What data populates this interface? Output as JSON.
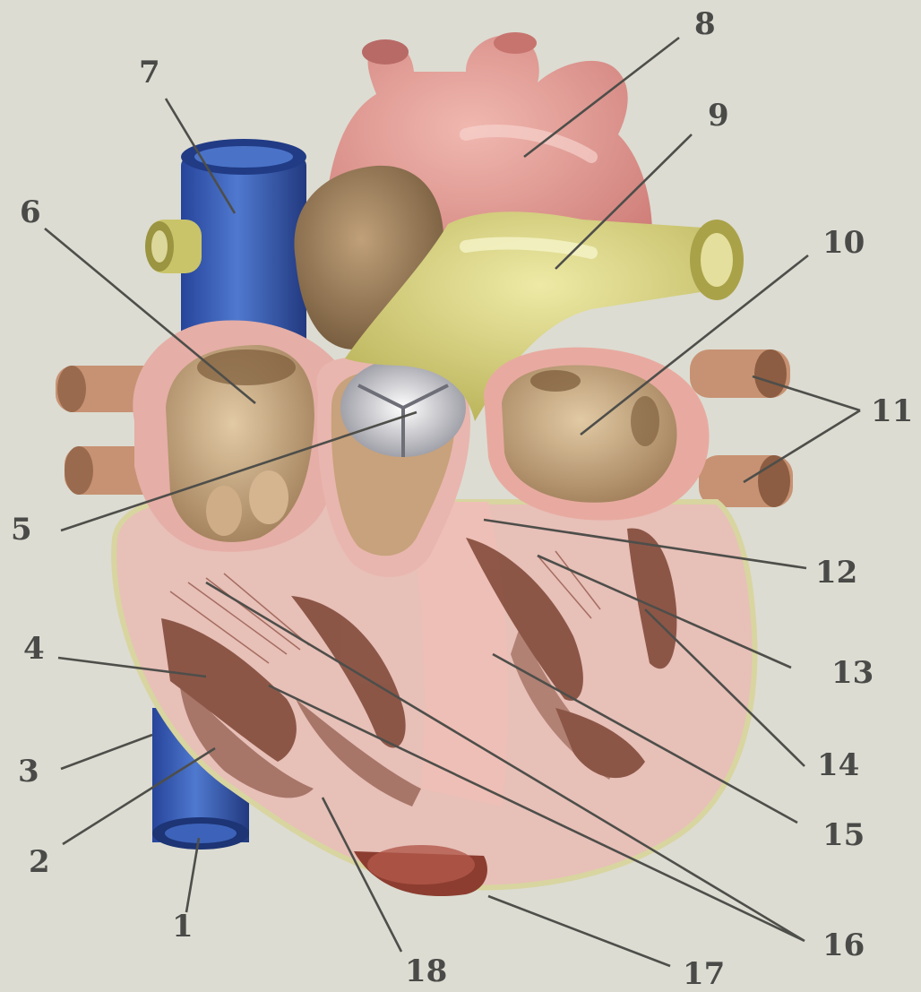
{
  "labels": {
    "l1": "1",
    "l2": "2",
    "l3": "3",
    "l4": "4",
    "l5": "5",
    "l6": "6",
    "l7": "7",
    "l8": "8",
    "l9": "9",
    "l10": "10",
    "l11": "11",
    "l12": "12",
    "l13": "13",
    "l14": "14",
    "l15": "15",
    "l16": "16",
    "l17": "17",
    "l18": "18"
  },
  "colors": {
    "background": "#dcdcd2",
    "vena_cava": "#3a5fb0",
    "aorta": "#d98a86",
    "pulmonary_trunk": "#c9c46a",
    "atrium": "#c9a67e",
    "myocardium": "#e3b7b0",
    "trabeculae": "#7d4434"
  }
}
